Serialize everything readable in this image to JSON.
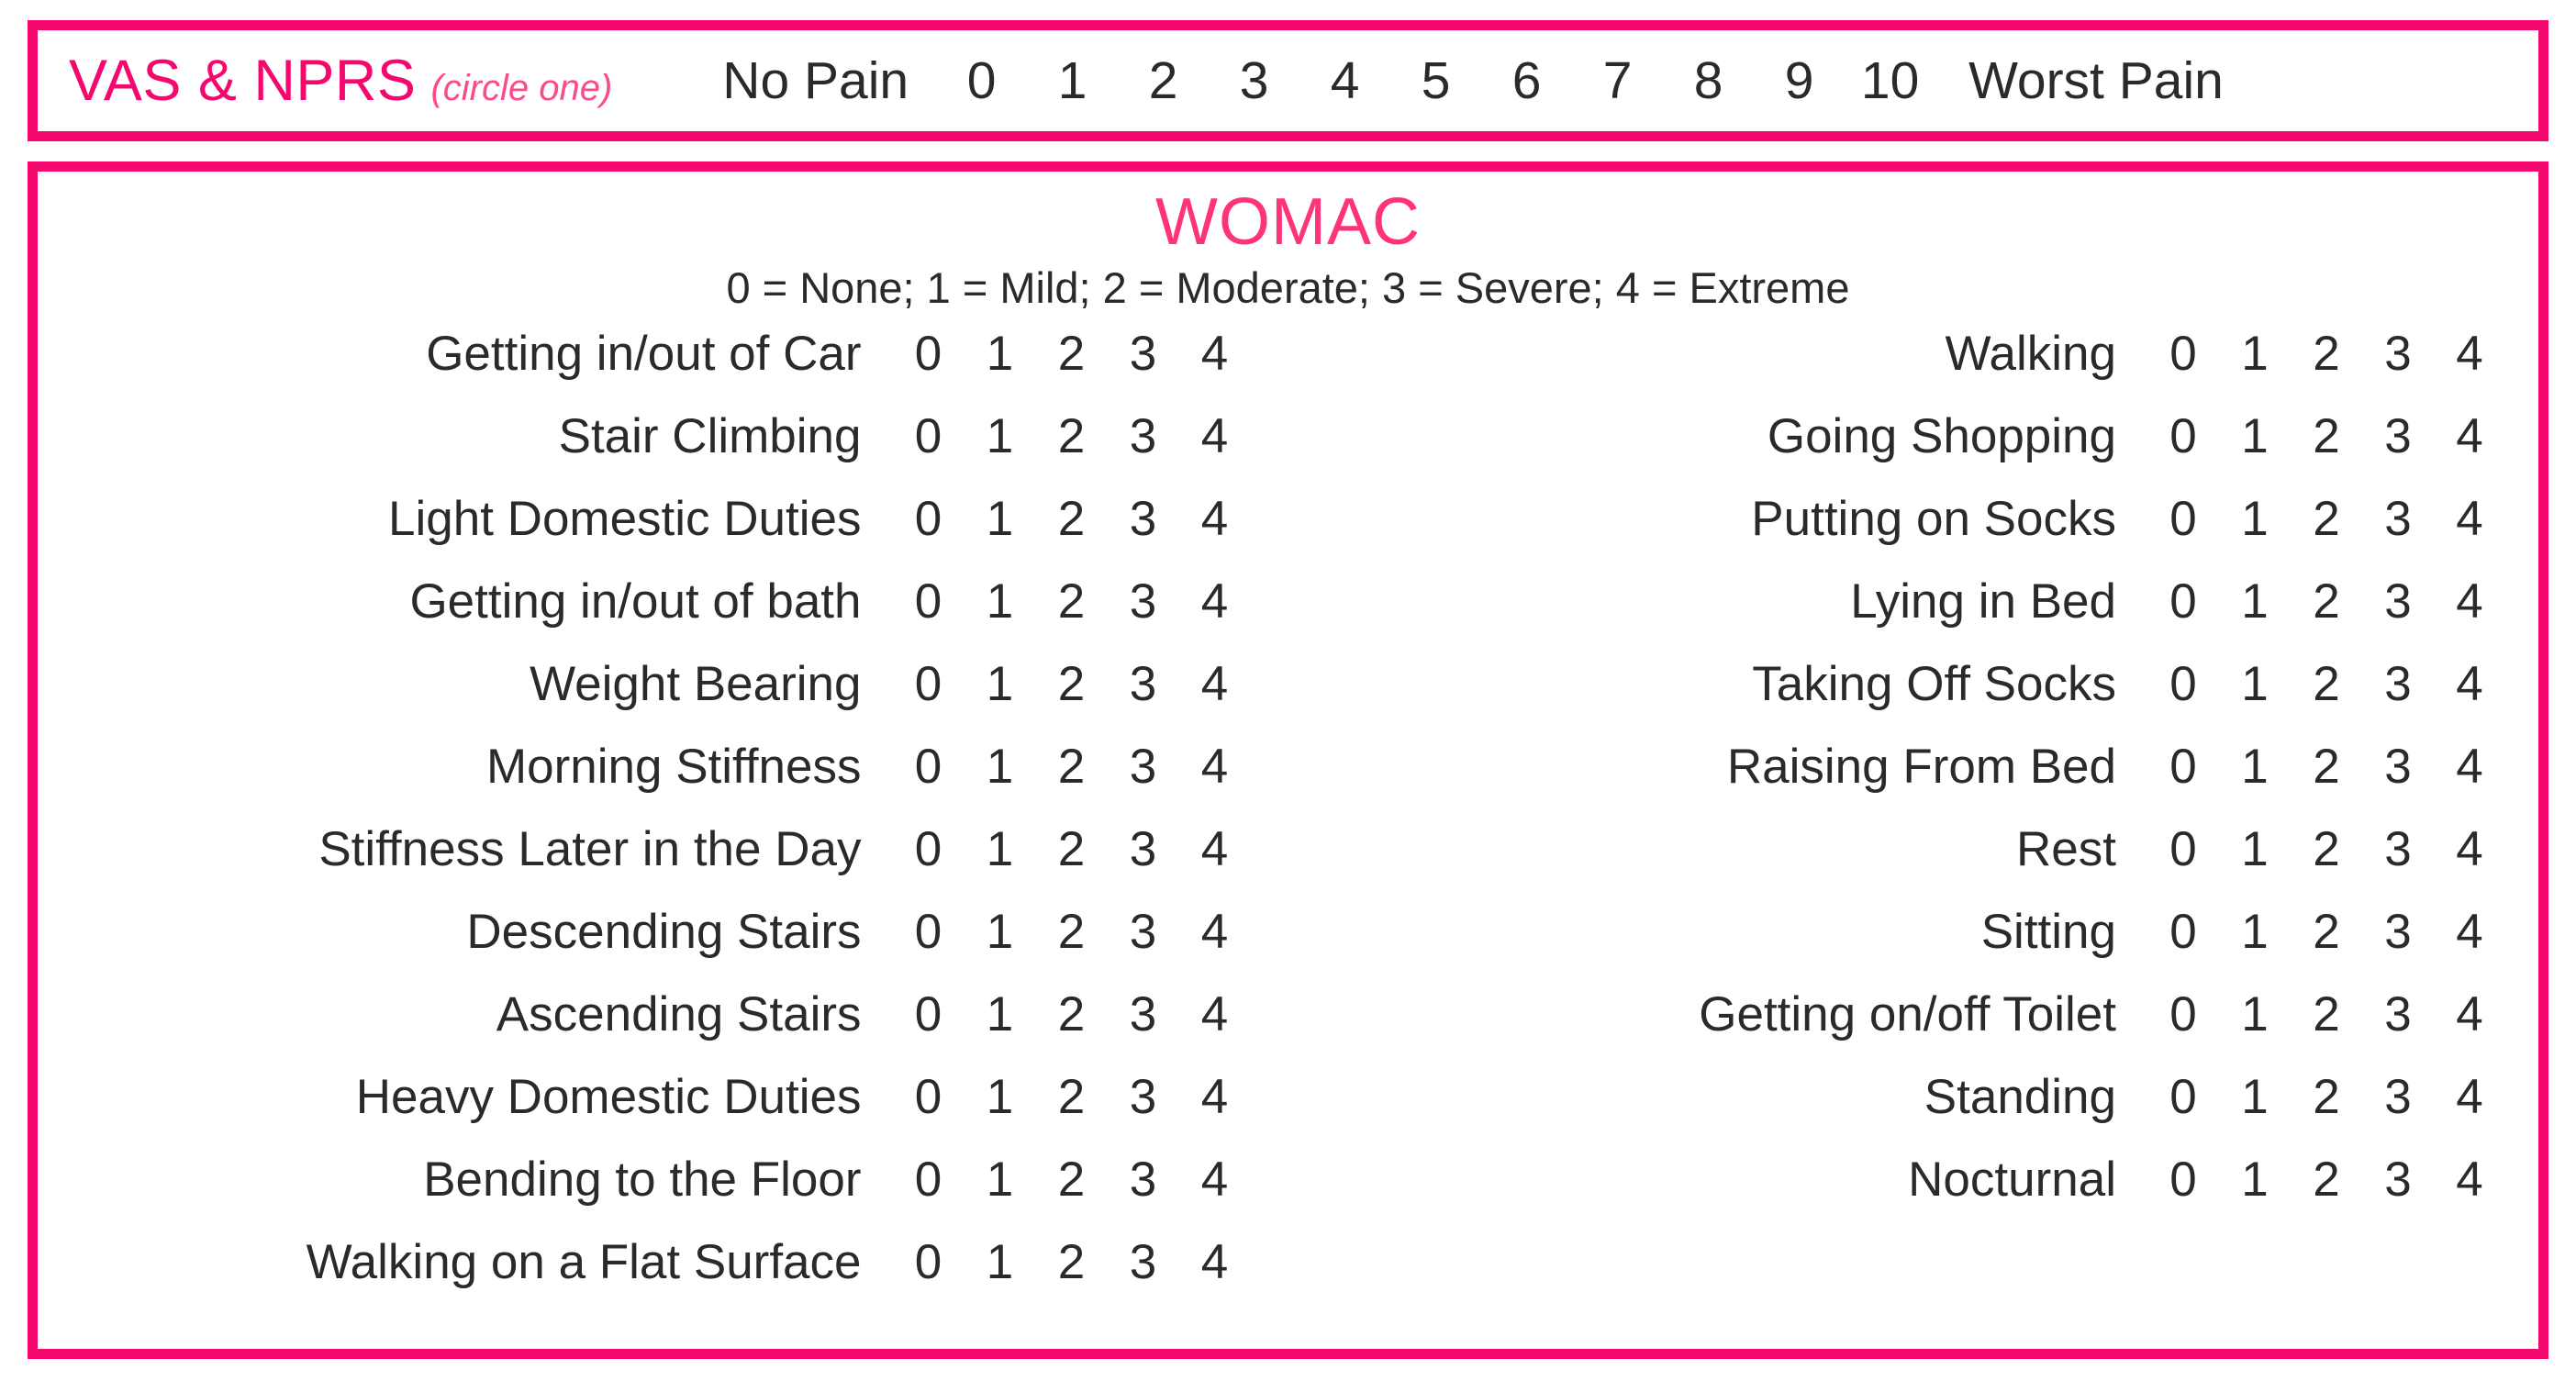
{
  "vas": {
    "title": "VAS & NPRS",
    "subtitle": "(circle one)",
    "anchor_low": "No Pain",
    "anchor_high": "Worst Pain",
    "scale": [
      "0",
      "1",
      "2",
      "3",
      "4",
      "5",
      "6",
      "7",
      "8",
      "9",
      "10"
    ],
    "border_color": "#f5086d",
    "title_color": "#f5086d",
    "subtitle_color": "#fb4b8d"
  },
  "womac": {
    "title": "WOMAC",
    "title_color": "#ff3377",
    "border_color": "#f5086d",
    "legend": "0 = None; 1 = Mild; 2 = Moderate; 3 = Severe; 4 = Extreme",
    "options": [
      "0",
      "1",
      "2",
      "3",
      "4"
    ],
    "left_items": [
      "Getting in/out of Car",
      "Stair Climbing",
      "Light Domestic Duties",
      "Getting in/out of bath",
      "Weight Bearing",
      "Morning Stiffness",
      "Stiffness Later in the Day",
      "Descending Stairs",
      "Ascending Stairs",
      "Heavy Domestic Duties",
      "Bending to the Floor",
      "Walking on a Flat Surface"
    ],
    "right_items": [
      "Walking",
      "Going Shopping",
      "Putting on Socks",
      "Lying in Bed",
      "Taking Off Socks",
      "Raising From Bed",
      "Rest",
      "Sitting",
      "Getting on/off Toilet",
      "Standing",
      "Nocturnal"
    ]
  }
}
